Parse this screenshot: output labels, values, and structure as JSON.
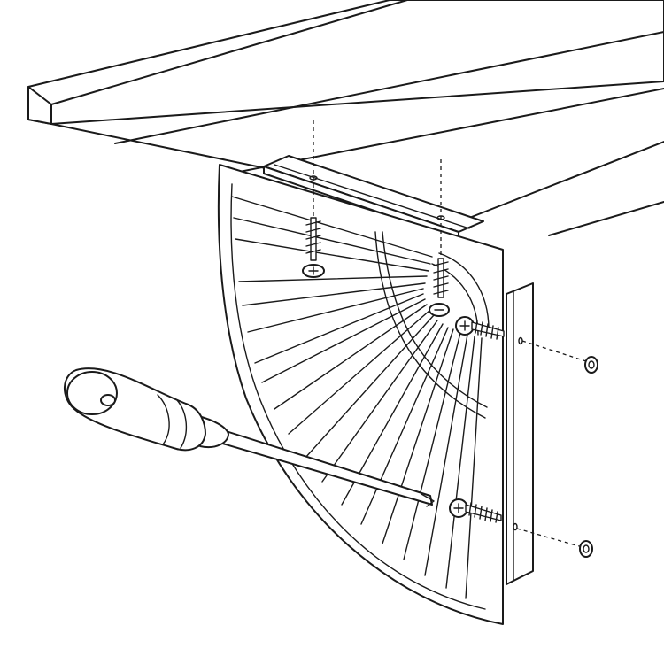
{
  "diagram": {
    "shelf": "shelf",
    "bracket": "corner-bracket",
    "screws": [
      "screw",
      "screw",
      "screw",
      "screw"
    ],
    "washers": [
      "washer",
      "washer"
    ],
    "tool": "screwdriver-icon"
  },
  "colors": {
    "line": "#1a1a1a",
    "background": "#ffffff"
  }
}
